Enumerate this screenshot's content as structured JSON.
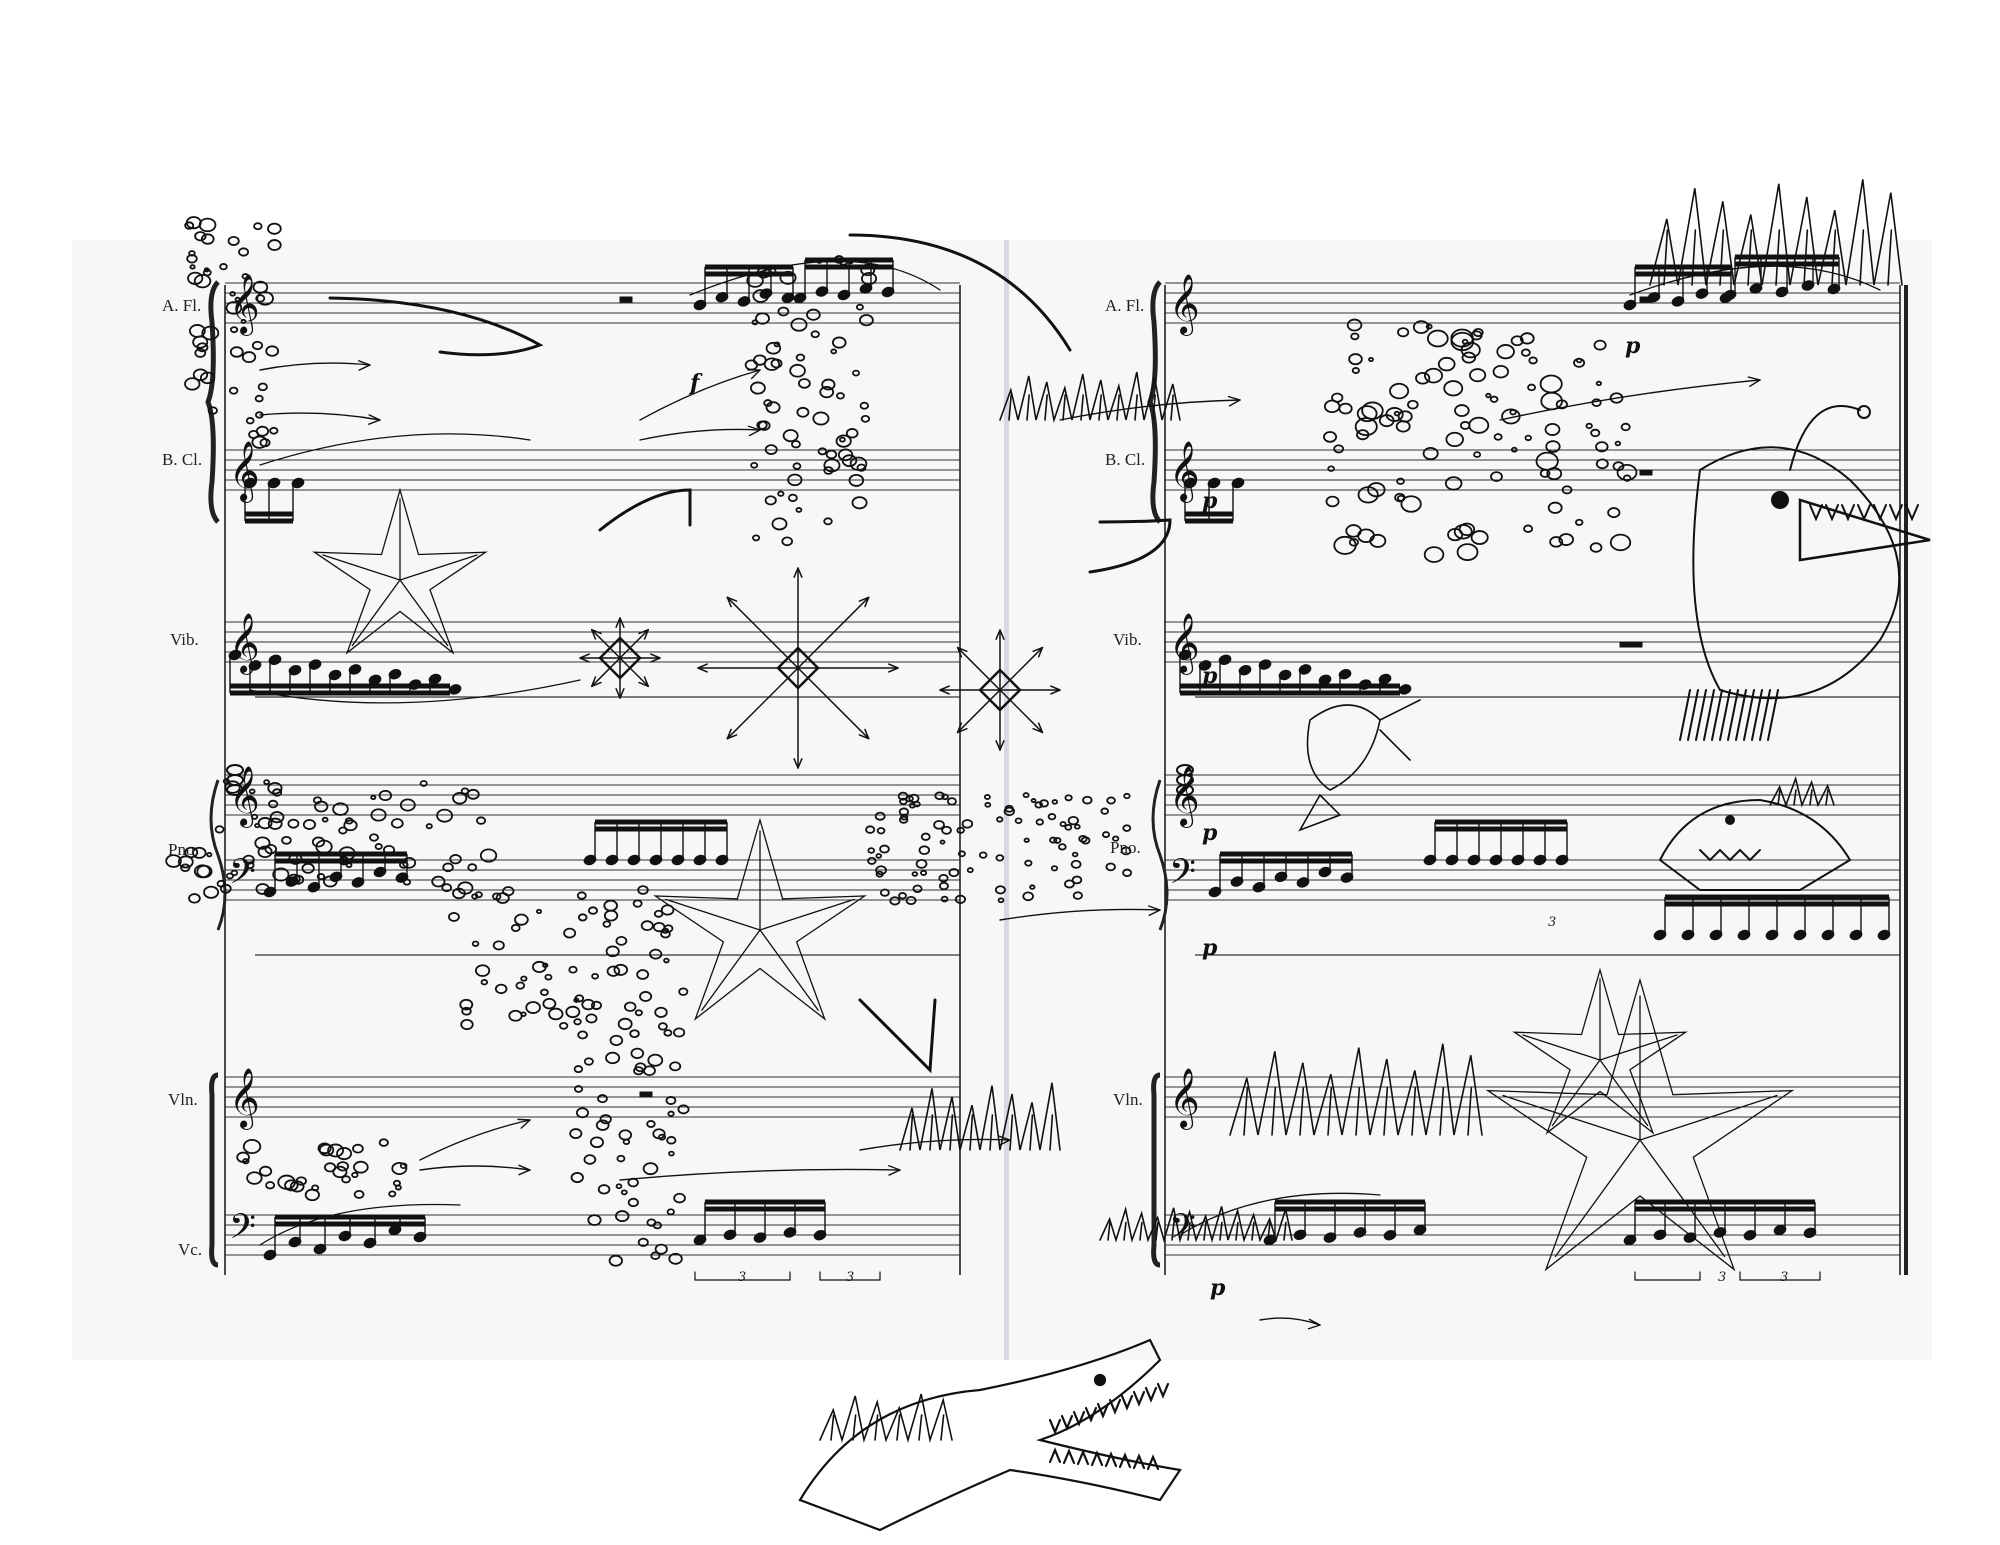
{
  "score": {
    "system_left": {
      "instruments": {
        "flute": "A. Fl.",
        "clarinet": "B. Cl.",
        "vibraphone": "Vib.",
        "piano": "Pno.",
        "violin": "Vln.",
        "cello": "Vc."
      },
      "dynamics": {
        "flute": "f"
      },
      "tuplets": [
        "3",
        "3"
      ]
    },
    "system_right": {
      "instruments": {
        "flute": "A. Fl.",
        "clarinet": "B. Cl.",
        "vibraphone": "Vib.",
        "piano": "Pno.",
        "violin": "Vln."
      },
      "dynamics": {
        "flute": "p",
        "clarinet": "p",
        "vibraphone": "p",
        "piano_upper": "p",
        "piano_lower": "p",
        "cello": "p"
      },
      "tuplets": [
        "3",
        "3",
        "3"
      ]
    }
  },
  "drawings": [
    "crocodile",
    "anglerfish",
    "fish",
    "dinosaur-head",
    "starfish",
    "fin"
  ],
  "colors": {
    "ink": "#111111",
    "paper": "#f7f7f7",
    "divider": "#d8d8e2"
  }
}
